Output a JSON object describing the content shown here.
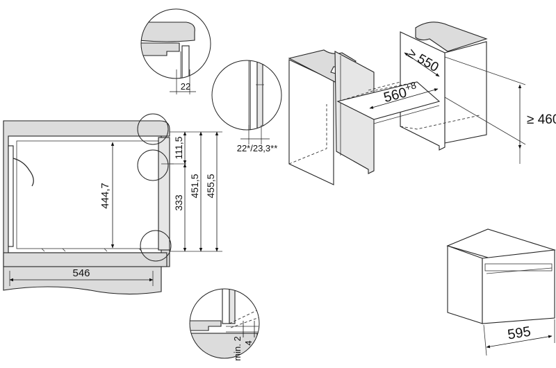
{
  "side_view": {
    "dim_width": "546",
    "dim_cavity_height": "444,7",
    "dim_111_5": "111,5",
    "dim_333": "333",
    "dim_451_5": "451,5",
    "dim_455_5": "455,5"
  },
  "detail_top": {
    "dim": "22"
  },
  "detail_front": {
    "dim": "22*/23,3**"
  },
  "detail_bottom": {
    "dim_min": "min. 2",
    "dim_4": "4"
  },
  "niche_view": {
    "dim_depth": "≥ 550",
    "dim_width_base": "560",
    "dim_width_tol": "+8",
    "dim_height": "≥ 460"
  },
  "appliance_view": {
    "dim_width": "595"
  }
}
